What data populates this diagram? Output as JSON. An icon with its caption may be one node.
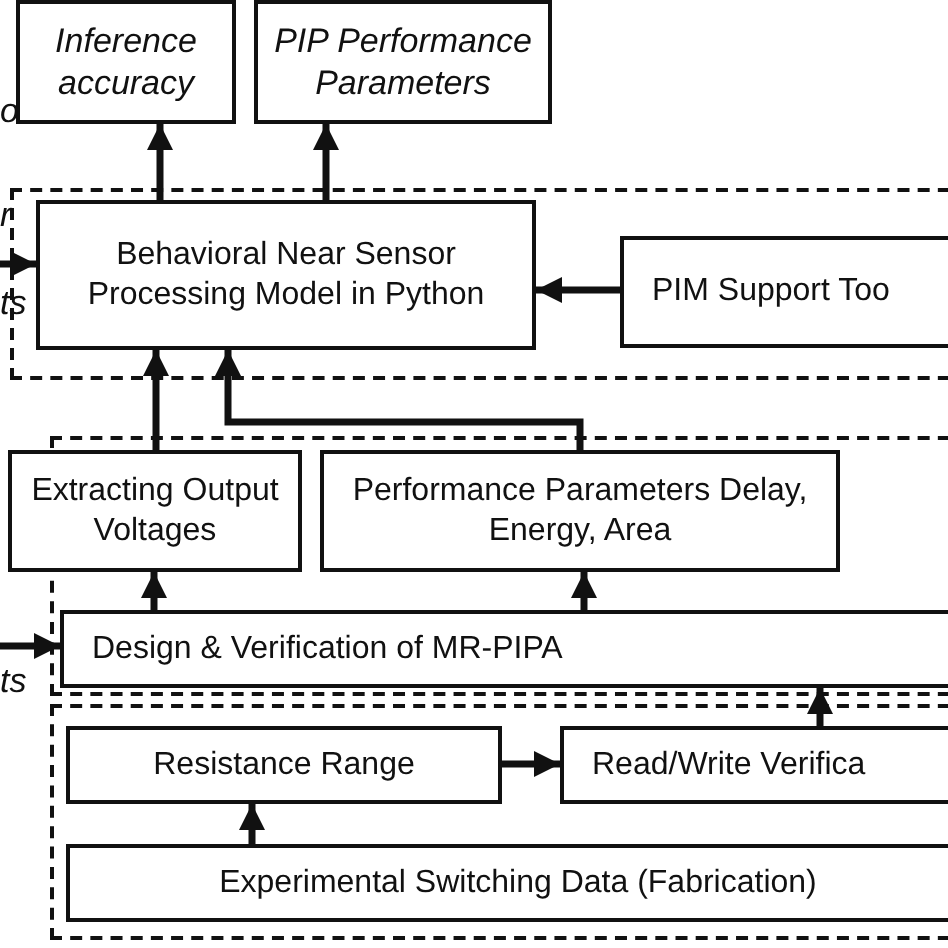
{
  "diagram": {
    "nodes": [
      {
        "text": [
          "Inference accuracy"
        ]
      },
      {
        "text": [
          "PIP Performance Parameters"
        ]
      },
      {
        "text": [],
        "shape": "box"
      },
      {
        "text": [
          "Behavioral Near Sensor Processing Model in Python"
        ],
        "in": 2
      },
      {
        "text": [
          "PIM Support Too"
        ],
        "in": 2
      },
      {
        "text": [],
        "shape": "box"
      },
      {
        "text": [
          "Extracting Output Voltages"
        ]
      },
      {
        "text": [
          "Performance Parameters Delay, Energy, Area"
        ],
        "in": 5
      },
      {
        "text": [
          "Design & Verification of MR-PIPA"
        ],
        "in": 5
      },
      {
        "text": [],
        "shape": "box"
      },
      {
        "text": [
          "Resistance Range"
        ],
        "in": 9
      },
      {
        "text": [
          "Read/Write Verifica"
        ],
        "in": 9
      },
      {
        "text": [
          "Experimental Switching Data (Fabrication)"
        ],
        "in": 9
      }
    ],
    "edges": [
      {
        "from": 3,
        "to": 0,
        "arrow": "to"
      },
      {
        "from": 3,
        "to": 1,
        "arrow": "to"
      },
      {
        "from": 4,
        "to": 3,
        "arrow": "to"
      },
      {
        "from": null,
        "to": 3,
        "arrow": "to"
      },
      {
        "from": 6,
        "to": 3,
        "arrow": "to"
      },
      {
        "from": 7,
        "to": 3,
        "arrow": "to"
      },
      {
        "from": 8,
        "to": 6,
        "arrow": "to"
      },
      {
        "from": 8,
        "to": 7,
        "arrow": "to"
      },
      {
        "from": null,
        "to": 8,
        "arrow": "to"
      },
      {
        "from": 11,
        "to": 8,
        "arrow": "to"
      },
      {
        "from": 10,
        "to": 11,
        "arrow": "to"
      },
      {
        "from": 12,
        "to": 10,
        "arrow": "to"
      }
    ],
    "labels": [
      "o",
      "r",
      "ts",
      "ts"
    ]
  }
}
